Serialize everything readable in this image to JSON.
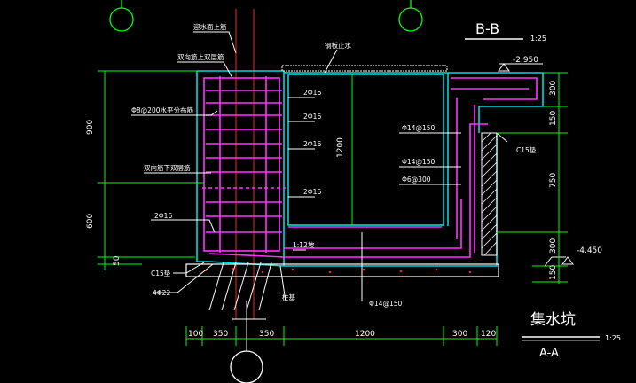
{
  "section_bb": {
    "label": "B-B",
    "scale": "1:25"
  },
  "section_aa": {
    "title": "集水坑",
    "label": "A-A",
    "scale": "1:25"
  },
  "callouts": {
    "wall_top_rebar": "迎水面上筋",
    "double_top_rebar": "双向筋上双层筋",
    "steel_plate": "钢板止水",
    "distribution_bar": "Φ8@200水平分布筋",
    "double_bottom_rebar": "双向筋下双层筋",
    "c15_left": "C15垫",
    "c15_right": "C15垫",
    "bar_4_22": "4Φ22",
    "pile": "桩基",
    "slope": "1:12坡",
    "bar_2_16_a": "2Φ16",
    "bar_2_16_b": "2Φ16",
    "bar_2_16_c": "2Φ16",
    "bar_2_16_d": "2Φ16",
    "bar_2_16_left": "2Φ16",
    "bar_14_150_a": "Φ14@150",
    "bar_14_150_b": "Φ14@150",
    "bar_6_300": "Φ6@300",
    "bar_14_150_bottom": "Φ14@150"
  },
  "elevations": {
    "top": "-2.950",
    "bottom": "-4.450"
  },
  "dims_left": [
    "900",
    "600",
    "50"
  ],
  "dims_right": [
    "300",
    "150",
    "750",
    "300",
    "150"
  ],
  "dims_bottom": [
    "100",
    "350",
    "350",
    "1200",
    "300",
    "120"
  ],
  "dim_inner_height": "1200",
  "colors": {
    "green": "#00ff00",
    "white": "#ffffff",
    "magenta": "#ff33ff",
    "cyan": "#00d8e0",
    "red": "#ff2020",
    "yellow": "#ffff00"
  }
}
